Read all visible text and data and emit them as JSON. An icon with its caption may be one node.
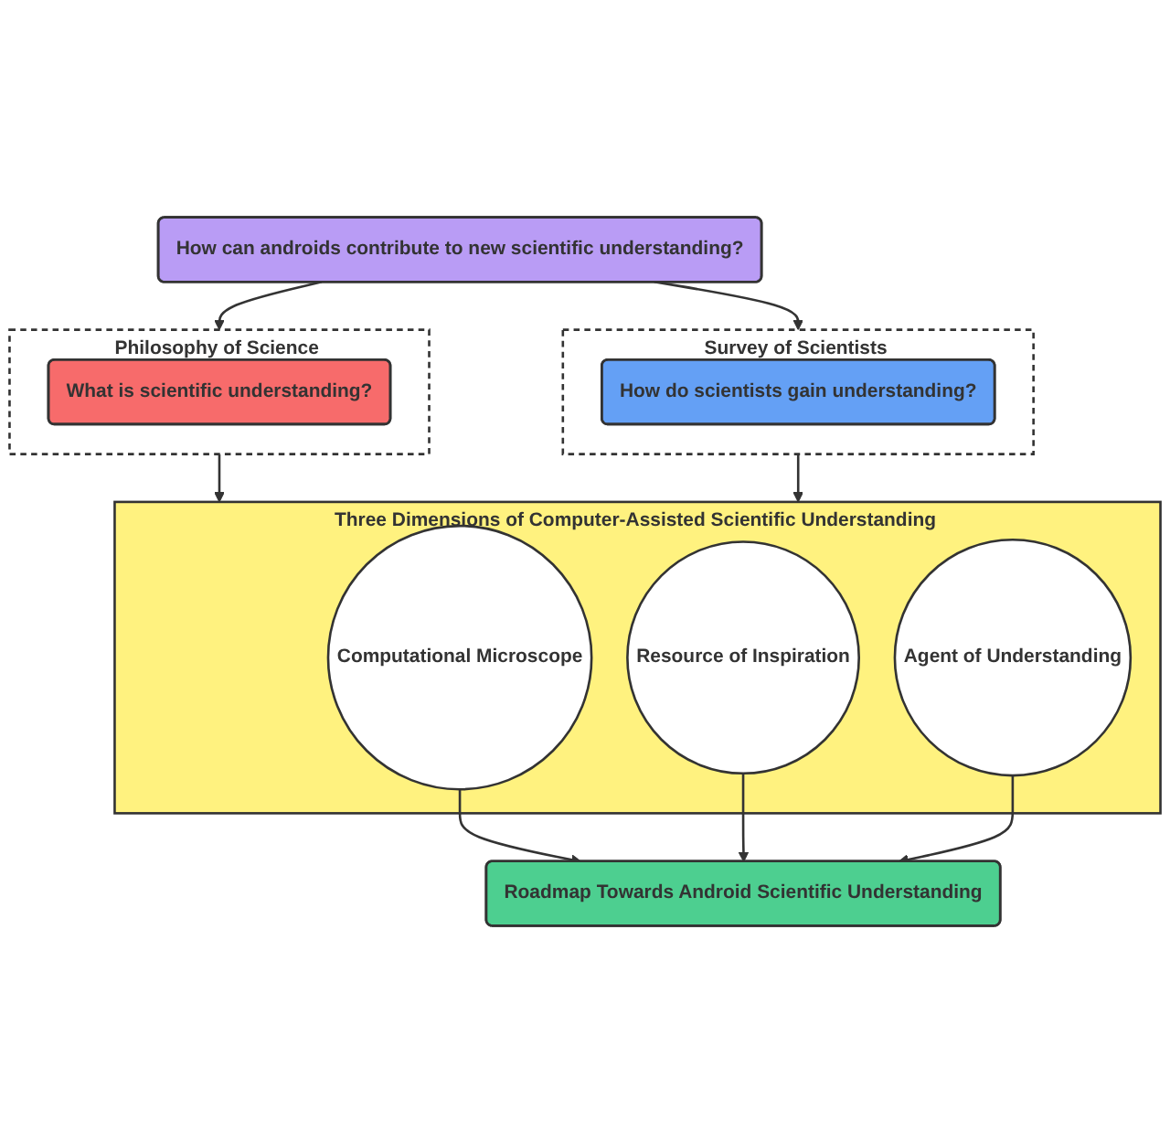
{
  "diagram": {
    "nodes": [
      {
        "text": [
          "How can androids contribute to new scientific understanding?"
        ]
      },
      {
        "text": [
          "Philosophy of Science"
        ]
      },
      {
        "text": [
          "What is scientific understanding?"
        ],
        "in": 1
      },
      {
        "text": [
          "Survey of Scientists"
        ]
      },
      {
        "text": [
          "How do scientists gain understanding?"
        ],
        "in": 3
      },
      {
        "text": [
          "Three Dimensions of Computer-Assisted Scientific Understanding"
        ]
      },
      {
        "text": [
          "Computational Microscope"
        ],
        "in": 5
      },
      {
        "text": [
          "Resource of Inspiration"
        ],
        "in": 5
      },
      {
        "text": [
          "Agent of Understanding"
        ],
        "in": 5
      },
      {
        "text": [
          "Roadmap Towards Android Scientific Understanding"
        ]
      }
    ],
    "edges": [
      {
        "from": 0,
        "to": 1,
        "arrow": "to"
      },
      {
        "from": 0,
        "to": 3,
        "arrow": "to"
      },
      {
        "from": 1,
        "to": 5,
        "arrow": "to"
      },
      {
        "from": 3,
        "to": 5,
        "arrow": "to"
      },
      {
        "from": 6,
        "to": 9,
        "arrow": "to"
      },
      {
        "from": 7,
        "to": 9,
        "arrow": "to"
      },
      {
        "from": 8,
        "to": 9,
        "arrow": "to"
      }
    ]
  }
}
